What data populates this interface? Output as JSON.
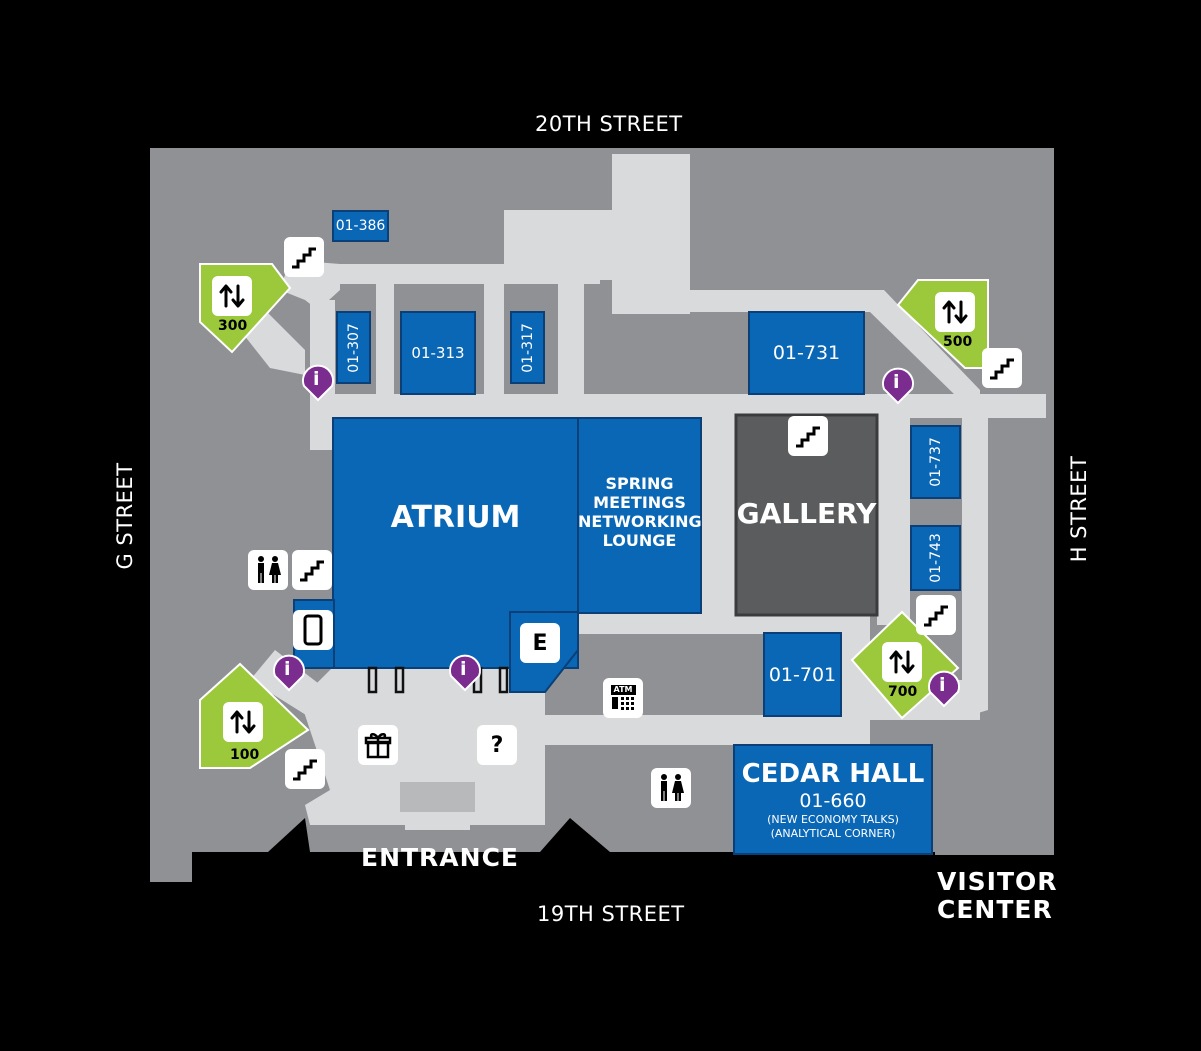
{
  "streets": {
    "north": "20TH STREET",
    "south": "19TH STREET",
    "west": "G STREET",
    "east": "H STREET"
  },
  "labels": {
    "entrance": "ENTRANCE",
    "visitor_center_line1": "VISITOR",
    "visitor_center_line2": "CENTER"
  },
  "rooms": {
    "r386": "01-386",
    "r307": "01-307",
    "r313": "01-313",
    "r317": "01-317",
    "r731": "01-731",
    "r737": "01-737",
    "r743": "01-743",
    "r701": "01-701",
    "atrium": "ATRIUM",
    "lounge_l1": "SPRING",
    "lounge_l2": "MEETINGS",
    "lounge_l3": "NETWORKING",
    "lounge_l4": "LOUNGE",
    "gallery": "GALLERY",
    "cedar_title": "CEDAR HALL",
    "cedar_number": "01-660",
    "cedar_sub1": "(NEW ECONOMY TALKS)",
    "cedar_sub2": "(ANALYTICAL CORNER)"
  },
  "elevators": {
    "e300": "300",
    "e500": "500",
    "e700": "700",
    "e100": "100"
  },
  "markers": {
    "elevator_e": "E",
    "help": "?",
    "info": "i",
    "atm": "ATM"
  },
  "colors": {
    "background": "#000000",
    "floor": "#8f9194",
    "corridor": "#d9dadc",
    "room_blue": "#0a67b5",
    "gallery_gray": "#5b5c5e",
    "elevator_green": "#9cc93c",
    "info_purple": "#7b2c8f"
  }
}
